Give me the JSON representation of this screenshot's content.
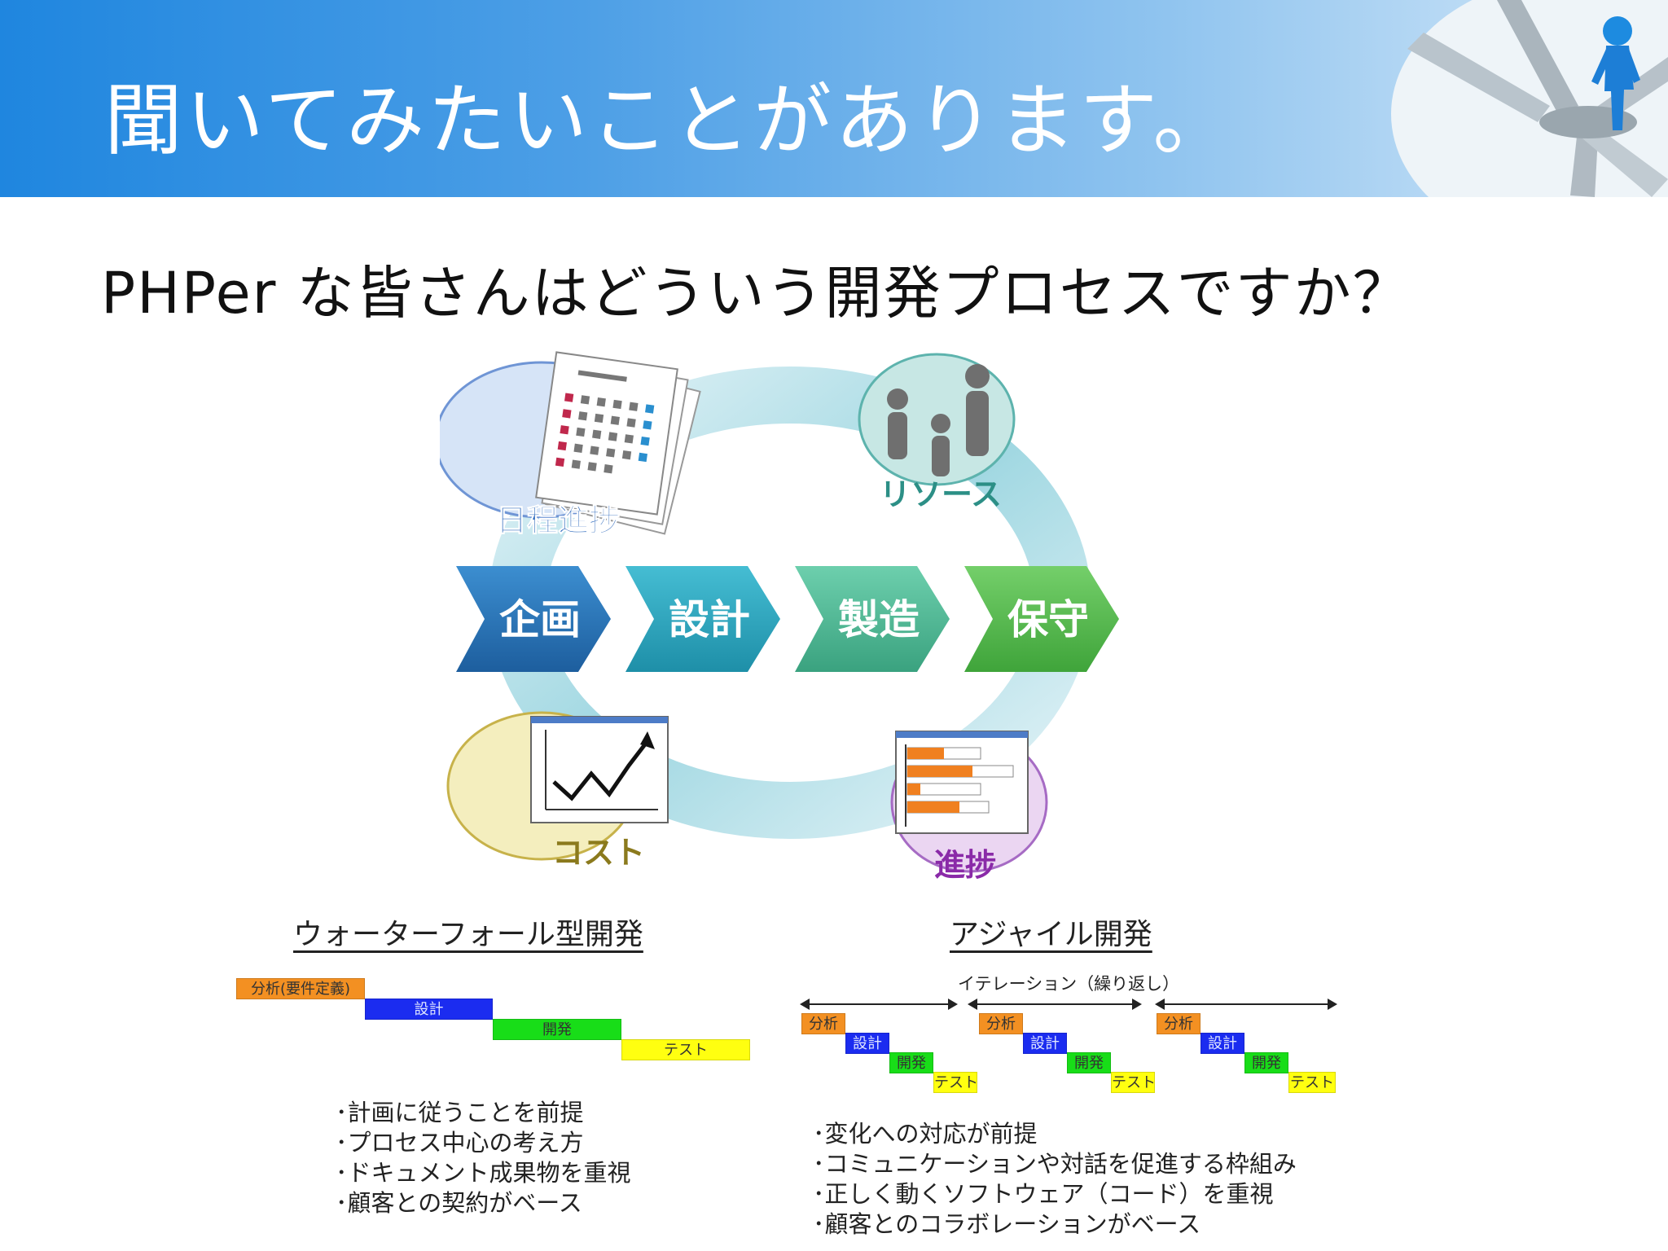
{
  "header": {
    "title": "聞いてみたいことがあります。"
  },
  "question": "PHPer な皆さんはどういう開発プロセスですか？",
  "diagram": {
    "chevrons": [
      "企画",
      "設計",
      "製造",
      "保守"
    ],
    "bubbles": {
      "schedule": "日程進捗",
      "resource": "リソース",
      "cost": "コスト",
      "progress": "進捗"
    },
    "colors": {
      "chevron_dark_blue": "#2a6fb0",
      "chevron_teal": "#2aa6bf",
      "chevron_sea": "#52b89a",
      "chevron_green": "#5bbb55",
      "schedule_text": "#1f5fb8",
      "resource_text": "#2c8f86",
      "cost_text": "#8b7a1d",
      "progress_text": "#8a2aa8"
    }
  },
  "waterfall": {
    "caption": "ウォーターフォール型開発",
    "bars": [
      "分析(要件定義)",
      "設計",
      "開発",
      "テスト"
    ],
    "bullets": [
      "･計画に従うことを前提",
      "･プロセス中心の考え方",
      "･ドキュメント成果物を重視",
      "･顧客との契約がベース"
    ]
  },
  "agile": {
    "caption": "アジャイル開発",
    "iteration_label": "イテレーション（繰り返し）",
    "bars": [
      "分析",
      "設計",
      "開発",
      "テスト"
    ],
    "bullets": [
      "･変化への対応が前提",
      "･コミュニケーションや対話を促進する枠組み",
      "･正しく動くソフトウェア（コード）を重視",
      "･顧客とのコラボレーションがベース"
    ]
  }
}
